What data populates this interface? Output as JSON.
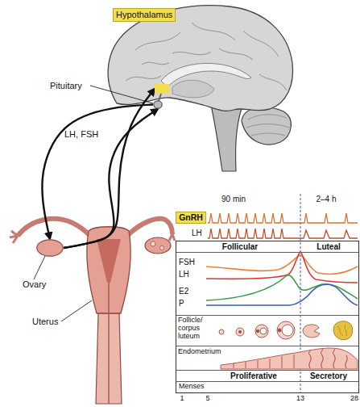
{
  "diagram": {
    "nodes": [
      {
        "text": [
          "Hypothalamus"
        ]
      },
      {
        "text": [
          "Pituitary"
        ]
      },
      {
        "text": [
          "Ovary"
        ]
      },
      {
        "text": [
          "GnRH"
        ]
      }
    ],
    "edges": [
      {
        "from": 1,
        "to": 2,
        "arrow": "to",
        "label": "LH, FSH"
      },
      {
        "from": 2,
        "to": 0,
        "arrow": "to"
      },
      {
        "from": 2,
        "to": 1,
        "arrow": "to"
      }
    ],
    "labels": [
      "90 min",
      "2–4 h",
      "LH",
      "Follicular",
      "Luteal",
      "FSH",
      "LH",
      "E2",
      "P",
      "Follicle/ corpus luteum",
      "Endometrium",
      "Proliferative",
      "Secretory",
      "Menses",
      "1",
      "5",
      "13",
      "28",
      "Uterus"
    ]
  }
}
